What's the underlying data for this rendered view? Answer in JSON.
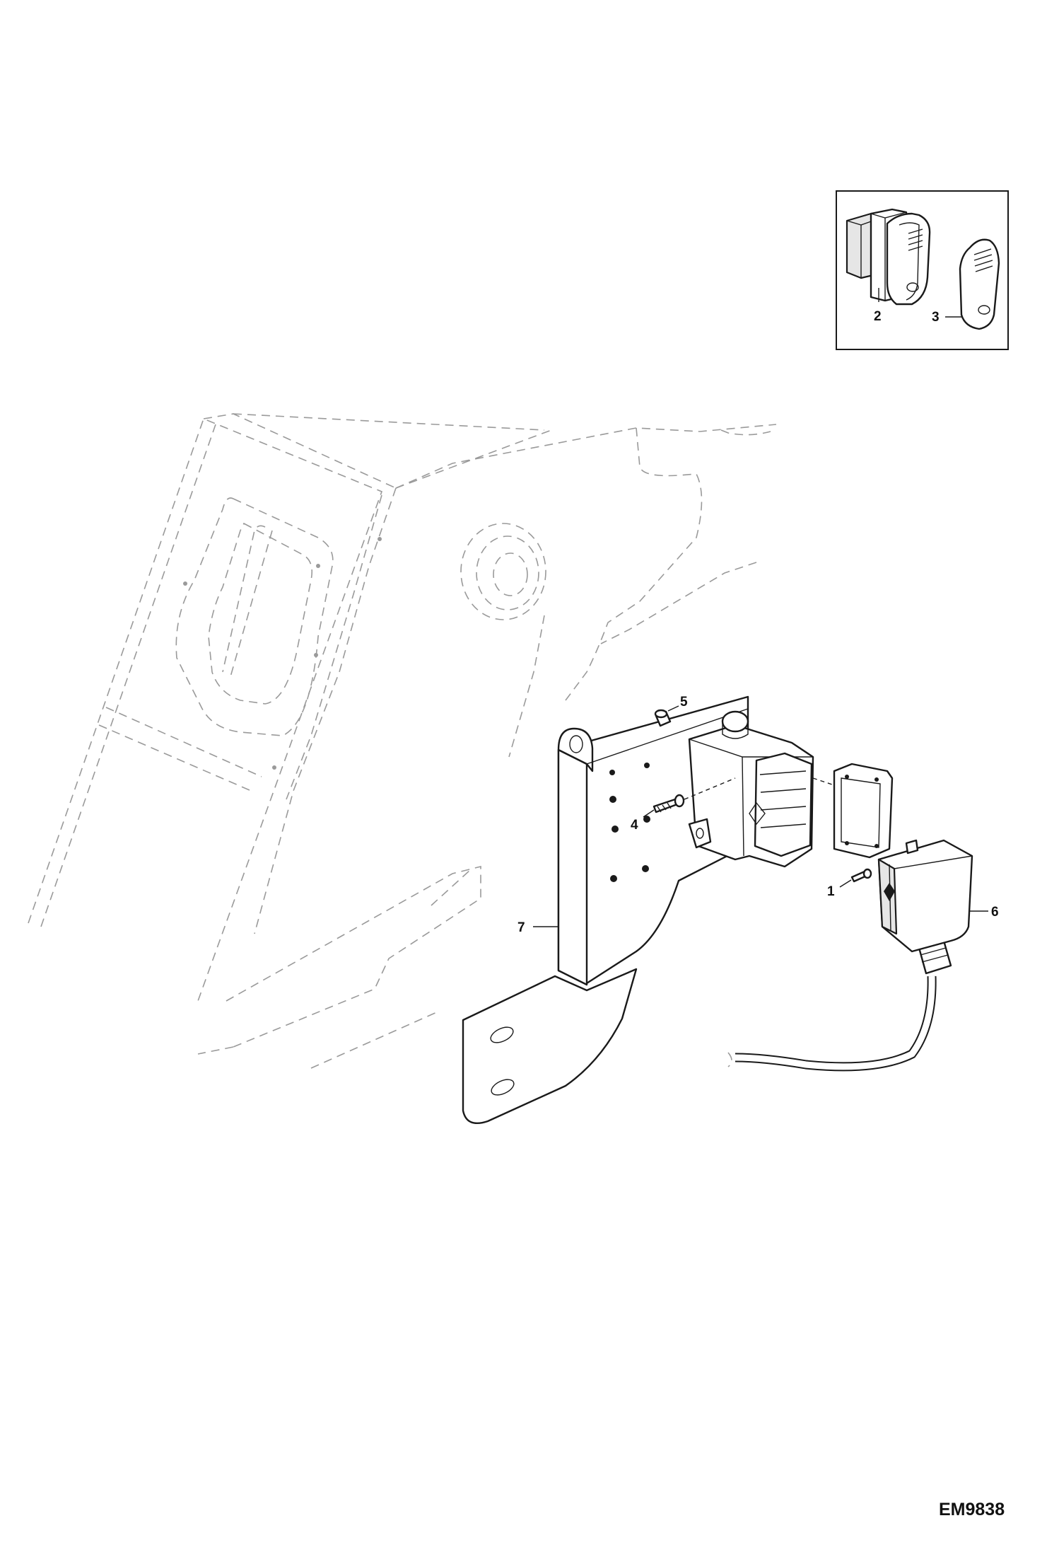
{
  "figure_code": "EM9838",
  "callouts": {
    "c1": "1",
    "c2": "2",
    "c3": "3",
    "c4": "4",
    "c5": "5",
    "c6": "6",
    "c7": "7"
  }
}
